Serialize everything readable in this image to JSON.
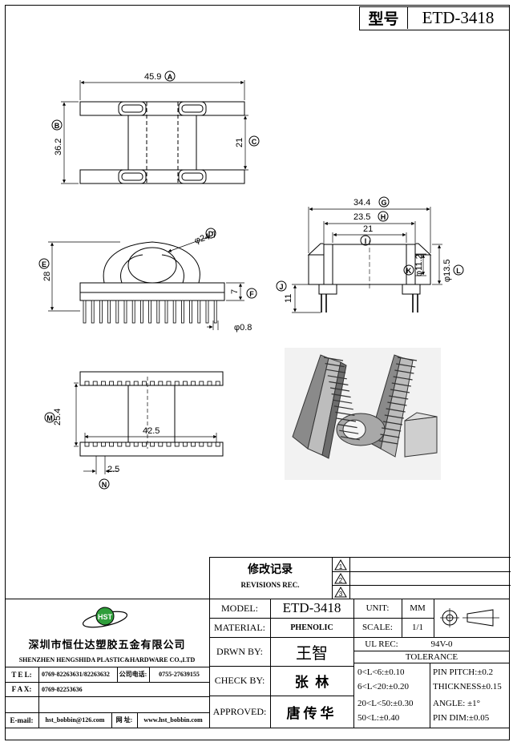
{
  "header": {
    "label": "型号",
    "model": "ETD-3418"
  },
  "dims": {
    "A": "45.9",
    "A_letter": "A",
    "B": "36.2",
    "B_letter": "B",
    "C": "21",
    "C_letter": "C",
    "D": "φ24.7",
    "D_letter": "D",
    "E": "28",
    "E_letter": "E",
    "F": "7",
    "F_letter": "F",
    "G": "34.4",
    "G_letter": "G",
    "H": "23.5",
    "H_letter": "H",
    "I": "21",
    "I_letter": "I",
    "J": "11",
    "J_letter": "J",
    "K": "φ11.2",
    "K_letter": "K",
    "L": "φ13.5",
    "L_letter": "L",
    "M": "25.4",
    "M_letter": "M",
    "N": "2.5",
    "N_letter": "N",
    "pin_dia": "φ0.8",
    "span": "42.5"
  },
  "revisions": {
    "title": "修改记录",
    "subtitle": "REVISIONS REC.",
    "marks": [
      "1",
      "2",
      "3"
    ]
  },
  "company": {
    "logo_text": "HST",
    "name_cn": "深圳市恒仕达塑胶五金有限公司",
    "name_en": "SHENZHEN HENGSHIDA PLASTIC&HARDWARE CO.,LTD",
    "tel_label": "T E L:",
    "tel_value": "0769-82263631/82263632",
    "company_tel_label": "公司电话:",
    "company_tel_value": "0755-27639155",
    "fax_label": "F A X:",
    "fax_value": "0769-82253636",
    "email_label": "E-mail:",
    "email_value": "hst_bobbin@126.com",
    "web_label": "网 址:",
    "web_value": "www.hst_bobbin.com"
  },
  "titleblock": {
    "model_label": "MODEL:",
    "model_value": "ETD-3418",
    "material_label": "MATERIAL:",
    "material_value": "PHENOLIC",
    "drwn_label": "DRWN BY:",
    "drwn_value": "王智",
    "check_label": "CHECK BY:",
    "check_value": "张  林",
    "approved_label": "APPROVED:",
    "approved_value": "唐传华",
    "unit_label": "UNIT:",
    "unit_value": "MM",
    "scale_label": "SCALE:",
    "scale_value": "1/1",
    "ul_label": "UL REC:",
    "ul_value": "94V-0",
    "tolerance_label": "TOLERANCE",
    "tol1": "0<L<6:±0.10",
    "tol2": "6<L<20:±0.20",
    "tol3": "20<L<50:±0.30",
    "tol4": "50<L:±0.40",
    "pin_pitch": "PIN PITCH:±0.2",
    "thickness": "THICKNESS±0.15",
    "angle": "ANGLE: ±1°",
    "pin_dim": "PIN DIM:±0.05"
  }
}
